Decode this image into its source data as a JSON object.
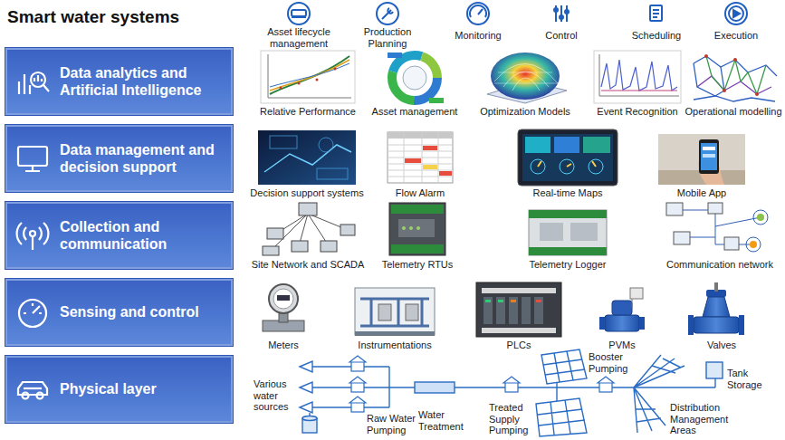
{
  "diagram": {
    "title": "Smart water systems",
    "nodes": [
      {
        "text": [
          "Data analytics and Artificial Intelligence"
        ]
      },
      {
        "text": [
          "Data management and decision support"
        ]
      },
      {
        "text": [
          "Collection and communication"
        ]
      },
      {
        "text": [
          "Sensing and control"
        ]
      },
      {
        "text": [
          "Physical layer"
        ]
      }
    ],
    "labels": [
      "Asset lifecycle management",
      "Production Planning",
      "Monitoring",
      "Control",
      "Scheduling",
      "Execution",
      "Relative Performance",
      "Asset management",
      "Optimization Models",
      "Event Recognition",
      "Operational modelling",
      "Decision support systems",
      "Flow Alarm",
      "Real-time Maps",
      "Mobile App",
      "Site Network and SCADA",
      "Telemetry RTUs",
      "Telemetry Logger",
      "Communication network",
      "Meters",
      "Instrumentations",
      "PLCs",
      "PVMs",
      "Valves",
      "Various water sources",
      "Raw Water Pumping",
      "Water Treatment",
      "Treated Supply Pumping",
      "Booster Pumping",
      "Tank Storage",
      "Distribution Management Areas"
    ]
  }
}
